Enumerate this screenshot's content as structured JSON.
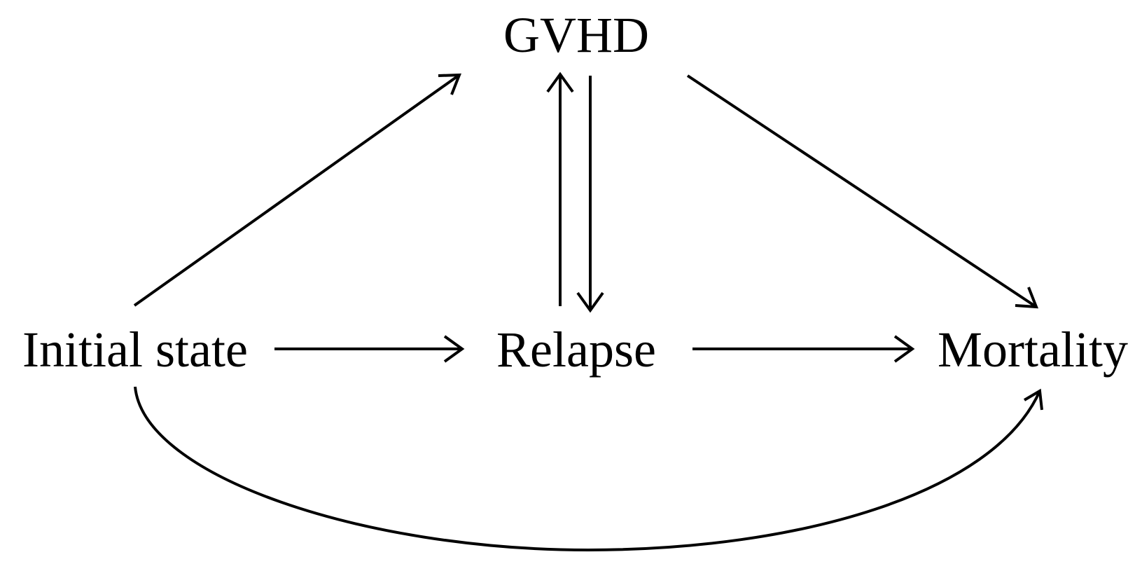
{
  "diagram": {
    "type": "multi-state transition diagram",
    "nodes": {
      "gvhd": {
        "label": "GVHD"
      },
      "initial": {
        "label": "Initial state"
      },
      "relapse": {
        "label": "Relapse"
      },
      "mortality": {
        "label": "Mortality"
      }
    },
    "edges": [
      {
        "from": "Initial state",
        "to": "GVHD"
      },
      {
        "from": "Initial state",
        "to": "Relapse"
      },
      {
        "from": "Relapse",
        "to": "GVHD"
      },
      {
        "from": "GVHD",
        "to": "Relapse"
      },
      {
        "from": "GVHD",
        "to": "Mortality"
      },
      {
        "from": "Relapse",
        "to": "Mortality"
      },
      {
        "from": "Initial state",
        "to": "Mortality"
      }
    ],
    "colors": {
      "stroke": "#000000",
      "background": "#ffffff"
    }
  }
}
